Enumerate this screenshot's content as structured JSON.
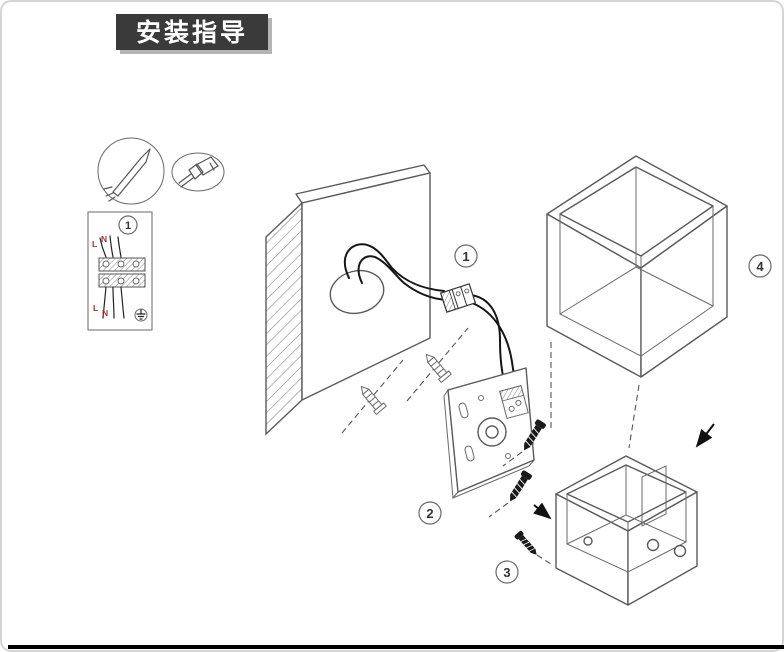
{
  "page": {
    "title": "安装指导"
  },
  "steps": [
    {
      "label": "1"
    },
    {
      "label": "2"
    },
    {
      "label": "3"
    },
    {
      "label": "4"
    }
  ],
  "wiring": {
    "line_label": "L",
    "neutral_label": "N"
  },
  "colors": {
    "title_bg": "#3a3a3a",
    "title_text": "#ffffff",
    "outline": "#5a5a5a",
    "wire": "#161616",
    "wire_label": "#a23535",
    "bottom_bar": "#000000"
  }
}
